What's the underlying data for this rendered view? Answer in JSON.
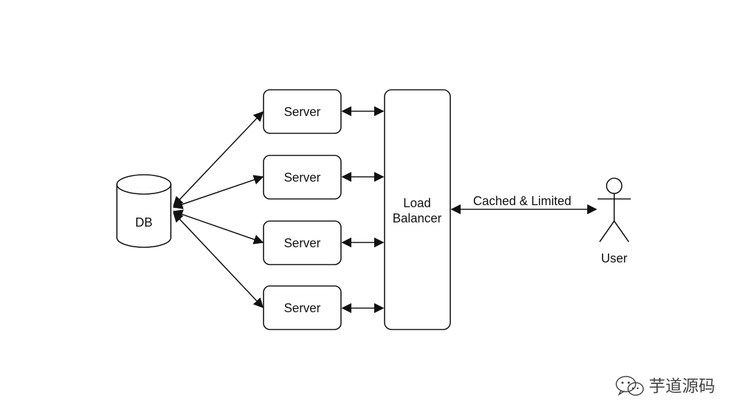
{
  "diagram": {
    "nodes": {
      "db": {
        "label": "DB"
      },
      "server_1": {
        "label": "Server"
      },
      "server_2": {
        "label": "Server"
      },
      "server_3": {
        "label": "Server"
      },
      "server_4": {
        "label": "Server"
      },
      "load_balancer": {
        "label_line1": "Load",
        "label_line2": "Balancer"
      },
      "user": {
        "label": "User"
      }
    },
    "edges": {
      "lb_user_label": "Cached & Limited"
    },
    "colors": {
      "stroke": "#111111",
      "background": "#ffffff",
      "watermark": "#444444"
    }
  },
  "watermark": {
    "text": "芋道源码",
    "icon": "wechat-icon"
  }
}
